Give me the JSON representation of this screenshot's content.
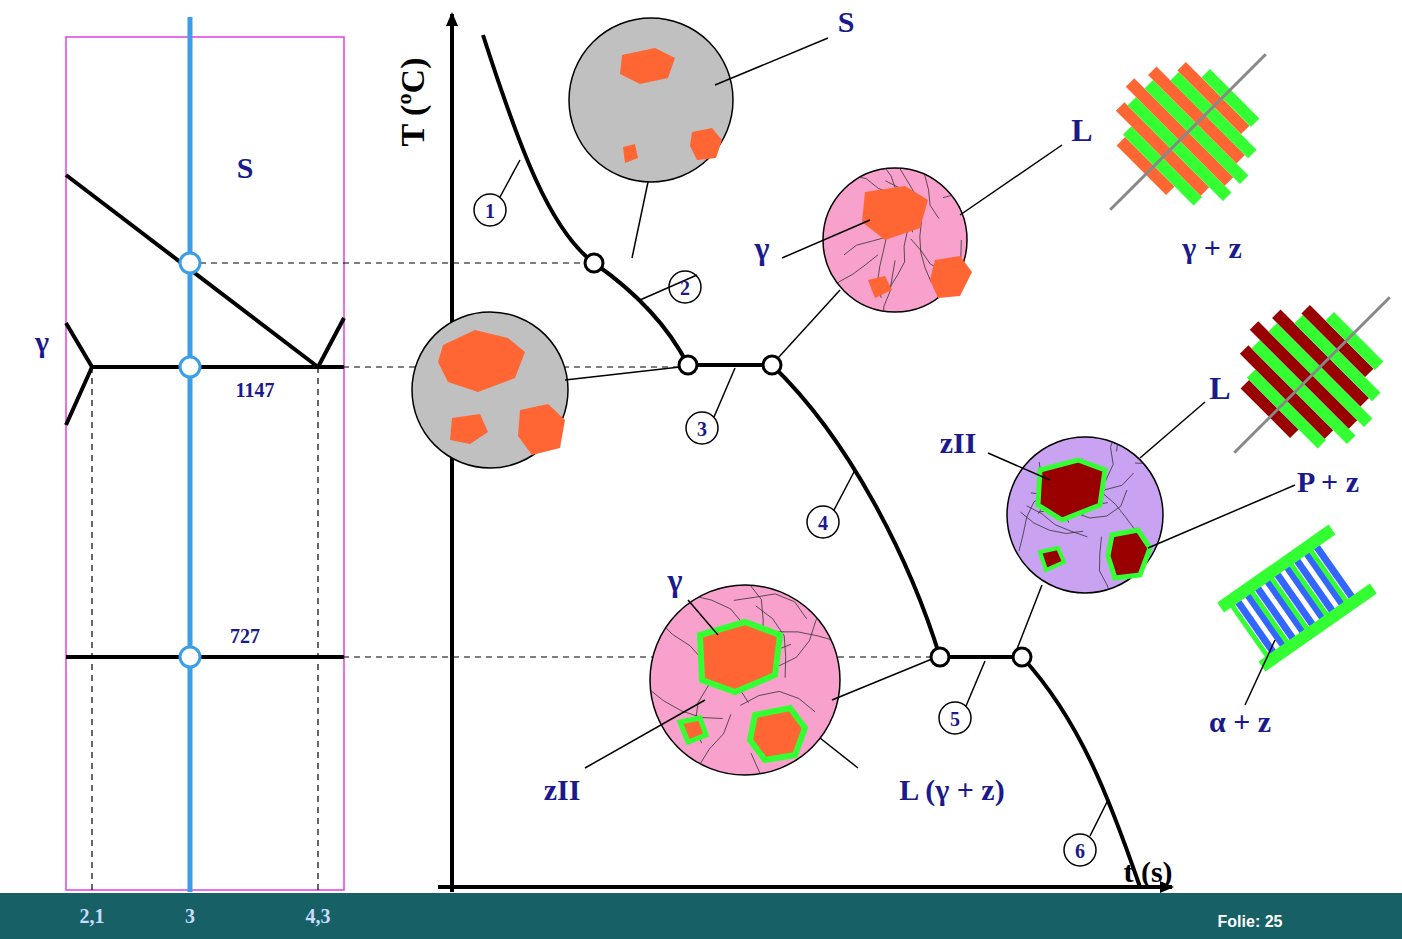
{
  "diagram": {
    "labels": [
      "S",
      "γ",
      "1147",
      "727",
      "2,1",
      "3",
      "4,3",
      "T (ºC)",
      "t (s)",
      "1",
      "2",
      "3",
      "4",
      "5",
      "6",
      "S",
      "γ",
      "L",
      "γ + z",
      "L",
      "zII",
      "P + z",
      "α + z",
      "γ",
      "zII",
      "L (γ + z)",
      "Folie: 25"
    ]
  }
}
